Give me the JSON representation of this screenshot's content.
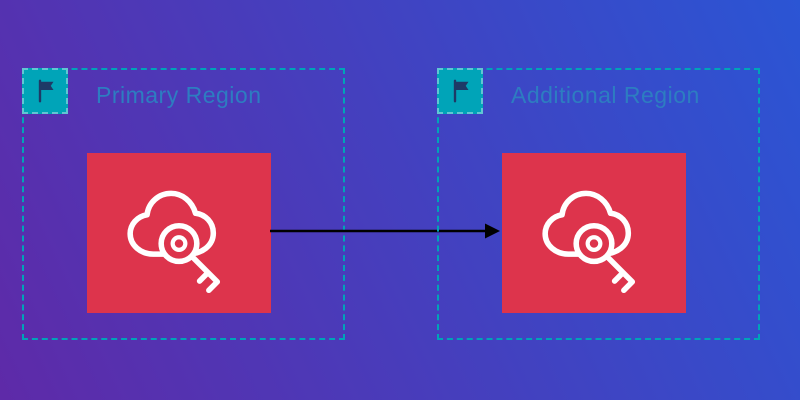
{
  "regions": [
    {
      "label": "Primary Region",
      "icon": "region-flag-icon",
      "service_icon": "kms-key-cloud-icon"
    },
    {
      "label": "Additional Region",
      "icon": "region-flag-icon",
      "service_icon": "kms-key-cloud-icon"
    }
  ],
  "connector": {
    "type": "arrow",
    "from": "primary-region-service",
    "to": "additional-region-service"
  },
  "colors": {
    "background_gradient_start": "#5e2aa8",
    "background_gradient_end": "#2b55d4",
    "region_border": "#00a4b8",
    "region_label": "#2d7dc1",
    "flag_box_bg": "#00a4b8",
    "flag_glyph": "#1e3a66",
    "service_box_bg": "#dd344c",
    "service_glyph": "#ffffff",
    "arrow": "#000000"
  }
}
